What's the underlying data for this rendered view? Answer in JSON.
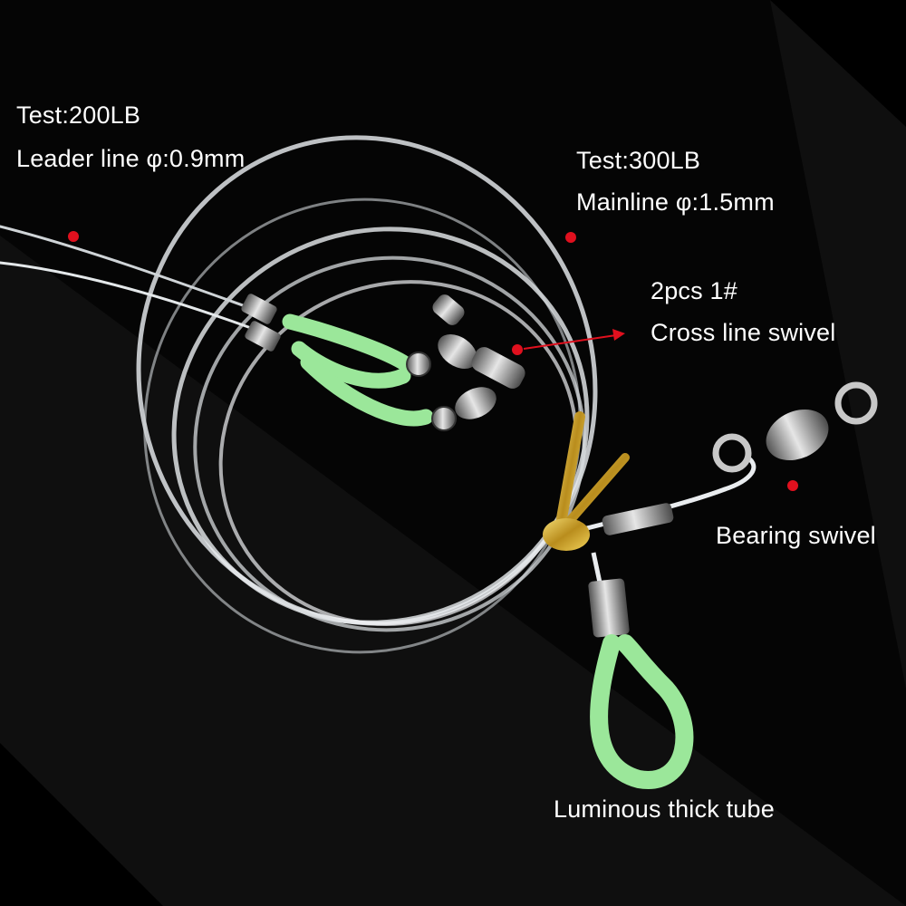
{
  "labels": {
    "leader_test": "Test:200LB",
    "leader_line": "Leader line φ:0.9mm",
    "main_test": "Test:300LB",
    "mainline": "Mainline φ:1.5mm",
    "cross_qty": "2pcs 1#",
    "cross_swivel": "Cross line swivel",
    "bearing_swivel": "Bearing swivel",
    "luminous_tube": "Luminous thick tube"
  },
  "colors": {
    "background": "#000000",
    "background_wedge": "#141414",
    "text": "#ffffff",
    "marker": "#e0101e",
    "line": "#e9ecef",
    "luminous_tube": "#9be79a",
    "metal": "#9a9a9a",
    "gold_tie": "#d6b43a"
  },
  "icons": {
    "marker": "red-dot-marker",
    "arrow": "red-pointer-arrow"
  }
}
